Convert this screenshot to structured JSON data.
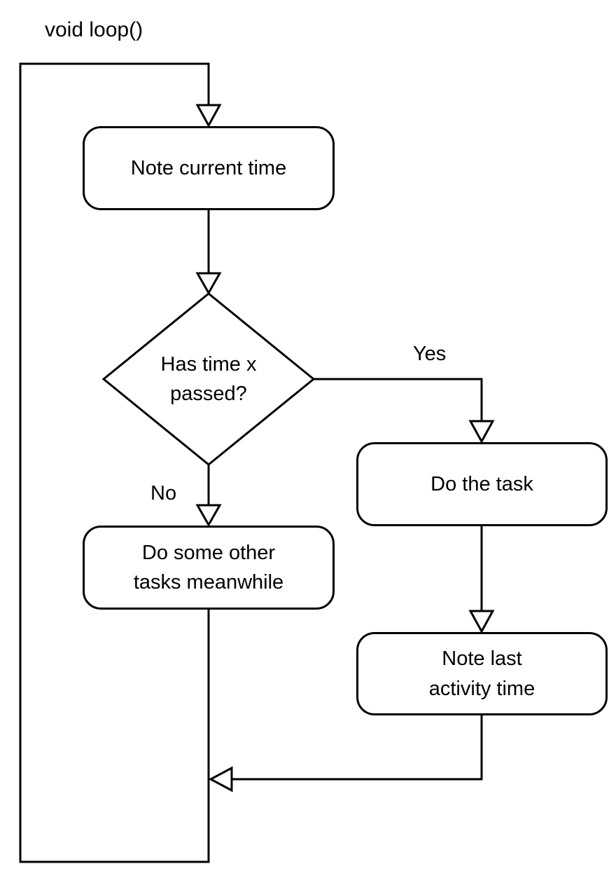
{
  "diagram": {
    "function_label": "void loop()",
    "nodes": {
      "note_current_time": {
        "label": "Note current time",
        "type": "process"
      },
      "has_time_x_passed": {
        "label": "Has time x\npassed?",
        "type": "decision"
      },
      "do_the_task": {
        "label": "Do the task",
        "type": "process"
      },
      "do_some_other_tasks": {
        "label": "Do some other\ntasks meanwhile",
        "type": "process"
      },
      "note_last_activity_time": {
        "label": "Note last\nactivity time",
        "type": "process"
      }
    },
    "edge_labels": {
      "yes": "Yes",
      "no": "No"
    },
    "colors": {
      "stroke": "#000000",
      "background": "#ffffff",
      "text": "#000000"
    }
  }
}
